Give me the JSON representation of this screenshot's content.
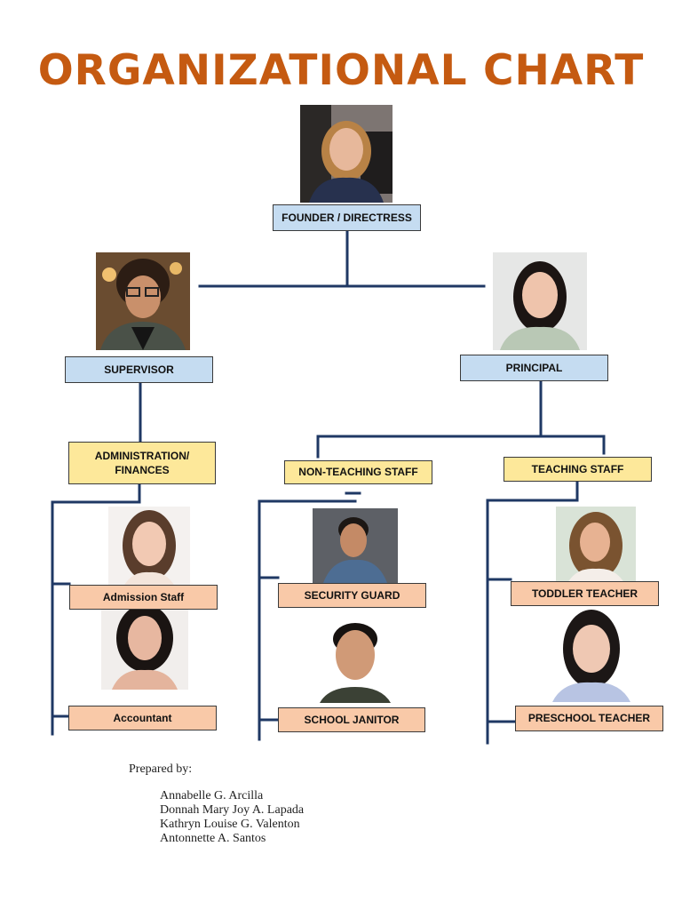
{
  "title": "ORGANIZATIONAL CHART",
  "colors": {
    "title": "#c55a11",
    "blue_box": "#c5dcf1",
    "yellow_box": "#fde89a",
    "peach_box": "#f9c9a8",
    "line": "#1f3864"
  },
  "nodes": {
    "founder": "FOUNDER / DIRECTRESS",
    "supervisor": "SUPERVISOR",
    "principal": "PRINCIPAL",
    "admin": "ADMINISTRATION/ FINANCES",
    "non_teaching": "NON-TEACHING STAFF",
    "teaching": "TEACHING STAFF",
    "admission": "Admission Staff",
    "accountant": "Accountant",
    "security": "SECURITY GUARD",
    "janitor": "SCHOOL JANITOR",
    "toddler": "TODDLER TEACHER",
    "preschool": "PRESCHOOL TEACHER"
  },
  "prepared": {
    "label": "Prepared by:",
    "names": [
      "Annabelle G. Arcilla",
      "Donnah Mary Joy A. Lapada",
      "Kathryn Louise G. Valenton",
      "Antonnette A. Santos"
    ]
  }
}
